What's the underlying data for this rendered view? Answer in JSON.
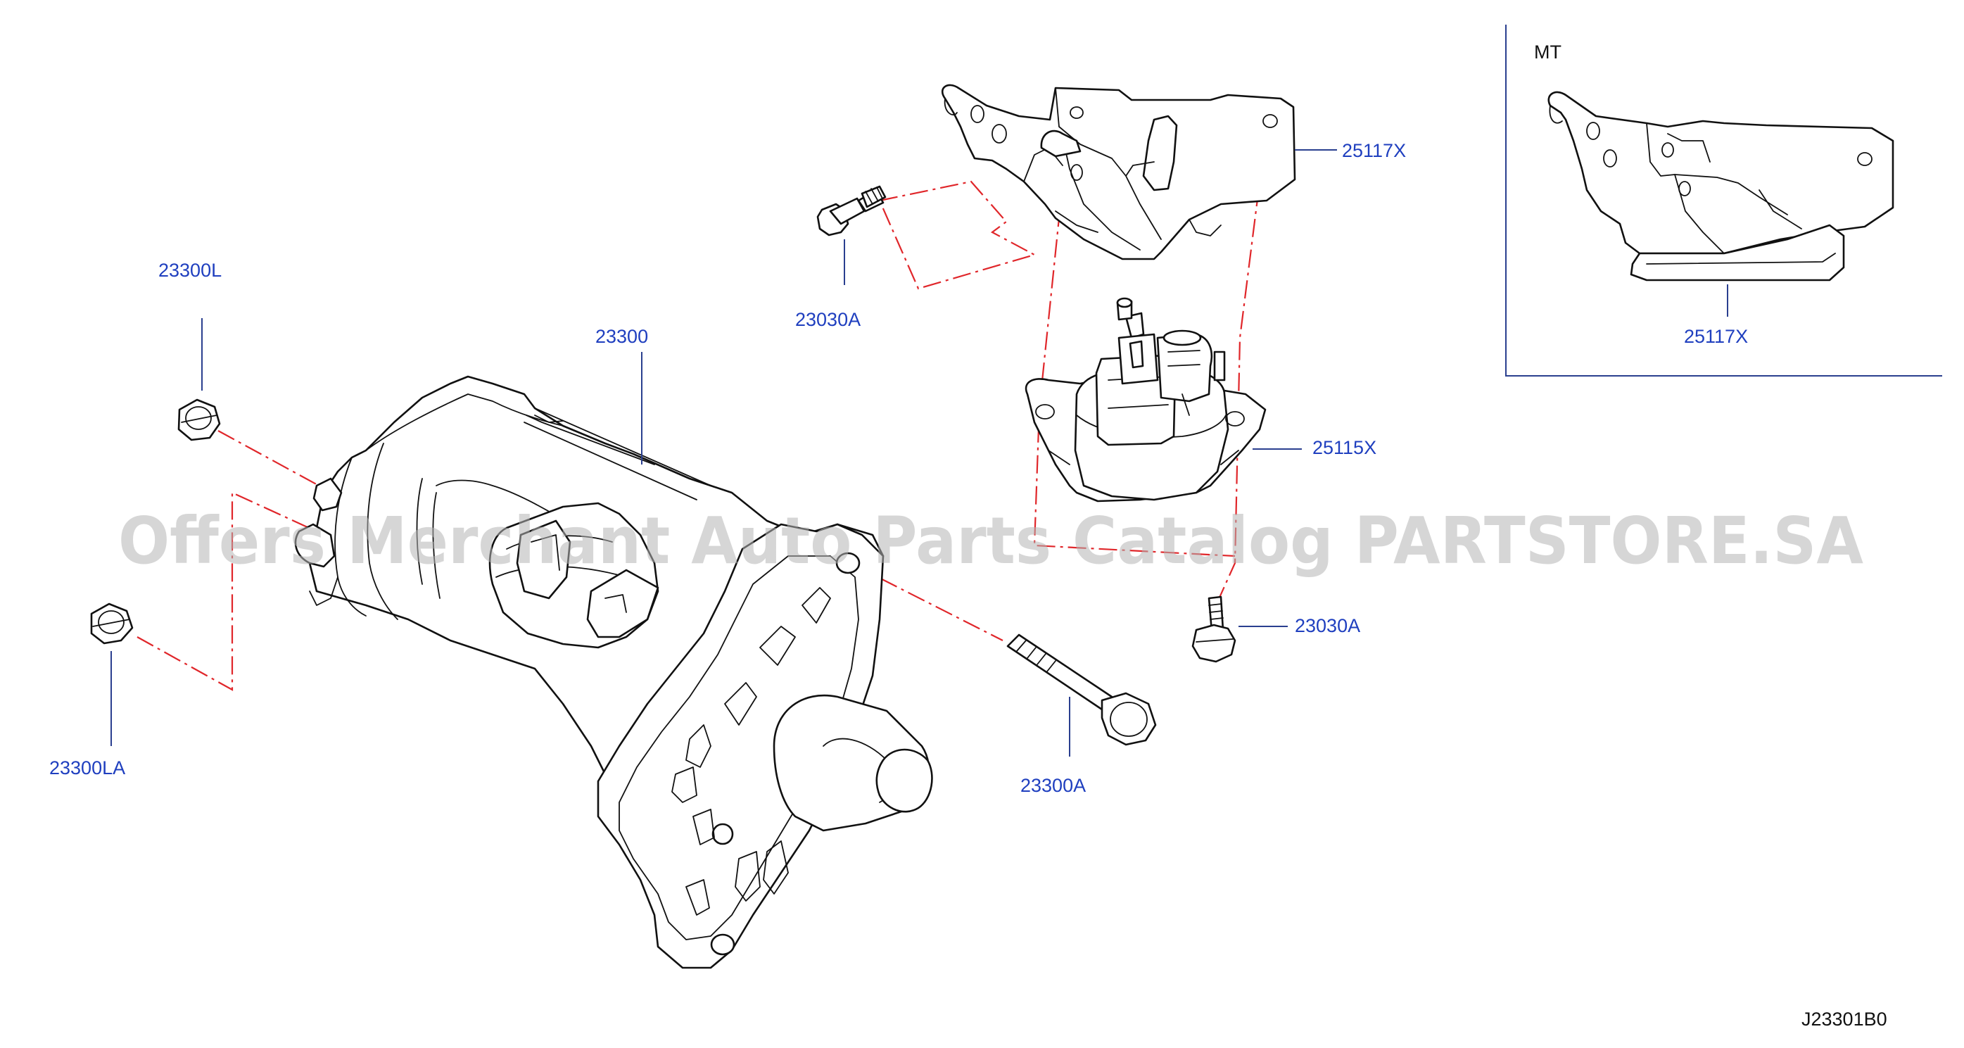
{
  "diagram": {
    "watermark": "Offers Merchant Auto Parts Catalog PARTSTORE.SA",
    "inset_label": "MT",
    "drawing_code": "J23301B0",
    "callouts": {
      "starter": "23300",
      "nut_upper": "23300L",
      "nut_lower": "23300LA",
      "long_bolt": "23300A",
      "bracket_bolt": "23030A",
      "solenoid_bolt": "23030A",
      "bracket": "25117X",
      "solenoid": "25115X",
      "inset_bracket": "25117X"
    }
  }
}
